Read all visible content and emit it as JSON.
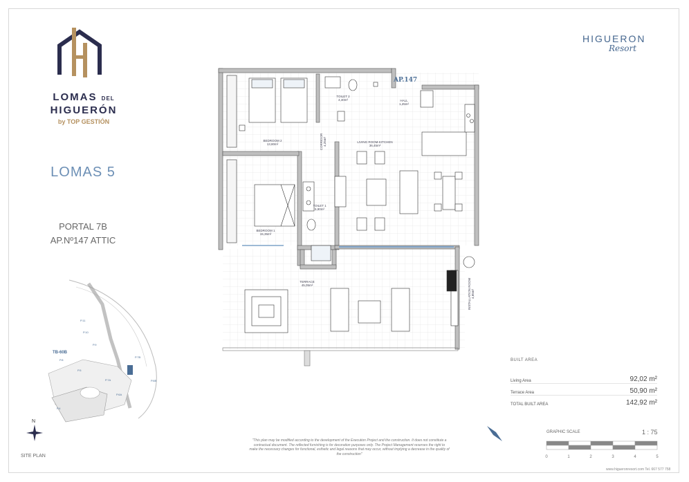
{
  "brand": {
    "line1": "LOMAS",
    "line1_small": "DEL",
    "line2": "HIGUERÓN",
    "by": "by TOP GESTIÓN",
    "colors": {
      "navy": "#2b2d4e",
      "gold": "#b5915f",
      "blue": "#6c8fb5"
    }
  },
  "resort": {
    "name": "HIGUERON",
    "sub": "Resort"
  },
  "building": "LOMAS 5",
  "portal": "PORTAL 7B",
  "apartment": "AP.Nº147 ATTIC",
  "plan_label": "AP.147",
  "rooms": {
    "bedroom2": {
      "name": "BEDROOM 2",
      "area": "13,80m²"
    },
    "toilet2": {
      "name": "TOILET 2",
      "area": "4,40m²"
    },
    "hall": {
      "name": "HALL",
      "area": "1,25m²"
    },
    "corridor": {
      "name": "CORRIDOR",
      "area": "4,25m²"
    },
    "living": {
      "name": "LIVING ROOM-KITCHEN",
      "area": "36,45m²"
    },
    "bedroom1": {
      "name": "BEDROOM 1",
      "area": "15,35m²"
    },
    "toilet1": {
      "name": "TOILET 1",
      "area": "5,90m²"
    },
    "terrace": {
      "name": "TERRACE",
      "area": "45,05m²"
    },
    "installation": {
      "name": "INSTALLATION ROOM",
      "area": "4,85m²"
    }
  },
  "site_plan": {
    "label": "SITE PLAN",
    "north": "N",
    "block": "TB-60B",
    "portals": [
      "P.11",
      "P.10",
      "P.9",
      "P.8",
      "P.7A",
      "P.7B",
      "P.6A",
      "P.6B",
      "P.5",
      "P.4"
    ]
  },
  "areas": {
    "header": "BUILT AREA",
    "living_label": "Living Area",
    "living_value": "92,02 m²",
    "terrace_label": "Terrace Area",
    "terrace_value": "50,90 m²",
    "total_label": "TOTAL BUILT AREA",
    "total_value": "142,92 m²"
  },
  "scale": {
    "label": "GRAPHIC SCALE",
    "ratio": "1 : 75",
    "ticks": [
      "0",
      "1",
      "2",
      "3",
      "4",
      "5"
    ]
  },
  "disclaimer": "\"This plan may be modified according to the development of the Execution Project and the construction. It does not constitute a contractual document. The reflected furnishing is for decoration purposes only. The Project Management reserves the right to make the necessary changes for functional, esthetic and legal reasons that may occur, without implying a decrease in the quality of the construction\"",
  "footer": "www.higueronresort.com  Tel. 667 577 758"
}
